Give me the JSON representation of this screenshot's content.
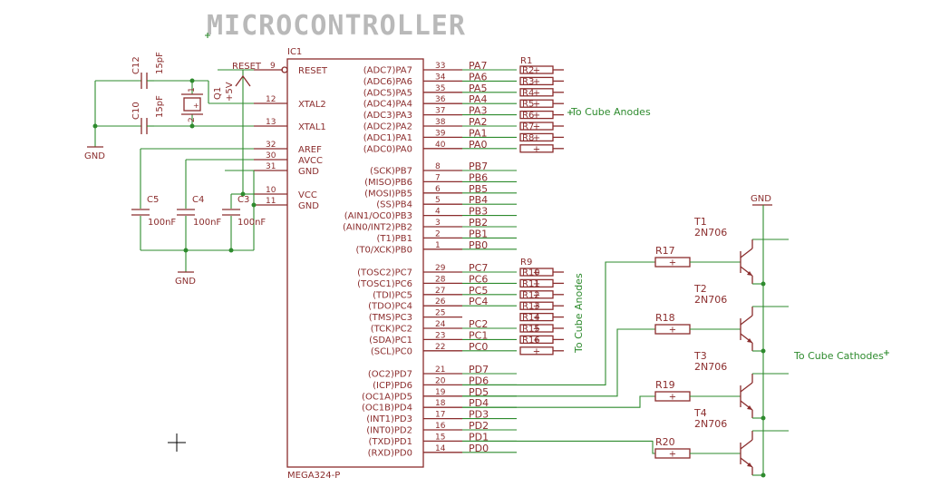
{
  "title": "MICROCONTROLLER",
  "ic": {
    "ref": "IC1",
    "part": "MEGA324-P",
    "left_pins": [
      {
        "name": "RESET",
        "num": "9"
      },
      {
        "name": "XTAL2",
        "num": "12"
      },
      {
        "name": "XTAL1",
        "num": "13"
      },
      {
        "name": "AREF",
        "num": "32"
      },
      {
        "name": "AVCC",
        "num": "30"
      },
      {
        "name": "GND",
        "num": "31"
      },
      {
        "name": "VCC",
        "num": "10"
      },
      {
        "name": "GND",
        "num": "11"
      }
    ],
    "port_a": [
      {
        "name": "(ADC7)PA7",
        "num": "33",
        "net": "PA7"
      },
      {
        "name": "(ADC6)PA6",
        "num": "34",
        "net": "PA6"
      },
      {
        "name": "(ADC5)PA5",
        "num": "35",
        "net": "PA5"
      },
      {
        "name": "(ADC4)PA4",
        "num": "36",
        "net": "PA4"
      },
      {
        "name": "(ADC3)PA3",
        "num": "37",
        "net": "PA3"
      },
      {
        "name": "(ADC2)PA2",
        "num": "38",
        "net": "PA2"
      },
      {
        "name": "(ADC1)PA1",
        "num": "39",
        "net": "PA1"
      },
      {
        "name": "(ADC0)PA0",
        "num": "40",
        "net": "PA0"
      }
    ],
    "port_b": [
      {
        "name": "(SCK)PB7",
        "num": "8",
        "net": "PB7"
      },
      {
        "name": "(MISO)PB6",
        "num": "7",
        "net": "PB6"
      },
      {
        "name": "(MOSI)PB5",
        "num": "6",
        "net": "PB5"
      },
      {
        "name": "(SS)PB4",
        "num": "5",
        "net": "PB4"
      },
      {
        "name": "(AIN1/OC0)PB3",
        "num": "4",
        "net": "PB3"
      },
      {
        "name": "(AIN0/INT2)PB2",
        "num": "3",
        "net": "PB2"
      },
      {
        "name": "(T1)PB1",
        "num": "2",
        "net": "PB1"
      },
      {
        "name": "(T0/XCK)PB0",
        "num": "1",
        "net": "PB0"
      }
    ],
    "port_c": [
      {
        "name": "(TOSC2)PC7",
        "num": "29",
        "net": "PC7"
      },
      {
        "name": "(TOSC1)PC6",
        "num": "28",
        "net": "PC6"
      },
      {
        "name": "(TDI)PC5",
        "num": "27",
        "net": "PC5"
      },
      {
        "name": "(TDO)PC4",
        "num": "26",
        "net": "PC4"
      },
      {
        "name": "(TMS)PC3",
        "num": "25",
        "net": ""
      },
      {
        "name": "(TCK)PC2",
        "num": "24",
        "net": "PC2"
      },
      {
        "name": "(SDA)PC1",
        "num": "23",
        "net": "PC1"
      },
      {
        "name": "(SCL)PC0",
        "num": "22",
        "net": "PC0"
      }
    ],
    "port_d": [
      {
        "name": "(OC2)PD7",
        "num": "21",
        "net": "PD7"
      },
      {
        "name": "(ICP)PD6",
        "num": "20",
        "net": "PD6"
      },
      {
        "name": "(OC1A)PD5",
        "num": "19",
        "net": "PD5"
      },
      {
        "name": "(OC1B)PD4",
        "num": "18",
        "net": "PD4"
      },
      {
        "name": "(INT1)PD3",
        "num": "17",
        "net": "PD3"
      },
      {
        "name": "(INT0)PD2",
        "num": "16",
        "net": "PD2"
      },
      {
        "name": "(TXD)PD1",
        "num": "15",
        "net": "PD1"
      },
      {
        "name": "(RXD)PD0",
        "num": "14",
        "net": "PD0"
      }
    ]
  },
  "resistor_array_a": {
    "ref": "R1",
    "labels": [
      "R2",
      "R3",
      "R4",
      "R5",
      "R6",
      "R7",
      "R8",
      ""
    ]
  },
  "resistor_array_c": {
    "ref": "R9",
    "labels": [
      "R10",
      "R11",
      "R12",
      "R13",
      "R14",
      "R15",
      "R16",
      ""
    ]
  },
  "caps": [
    {
      "ref": "C12",
      "value": "15pF"
    },
    {
      "ref": "C10",
      "value": "15pF"
    },
    {
      "ref": "C5",
      "value": "100nF"
    },
    {
      "ref": "C4",
      "value": "100nF"
    },
    {
      "ref": "C3",
      "value": "100nF"
    }
  ],
  "crystal": {
    "ref": "Q1",
    "pin1": "1",
    "pin2": "2"
  },
  "supply": {
    "vcc": "+5V",
    "reset_net": "RESET"
  },
  "grounds": [
    "GND",
    "GND",
    "GND"
  ],
  "transistors": [
    {
      "ref": "T1",
      "part": "2N706",
      "resistor": "R17"
    },
    {
      "ref": "T2",
      "part": "2N706",
      "resistor": "R18"
    },
    {
      "ref": "T3",
      "part": "2N706",
      "resistor": "R19"
    },
    {
      "ref": "T4",
      "part": "2N706",
      "resistor": "R20"
    }
  ],
  "annotations": {
    "anodes_a": "To Cube Anodes",
    "anodes_c": "To Cube Anodes",
    "cathodes": "To Cube Cathodes"
  },
  "colors": {
    "wire": "#2e8b2e",
    "symbol": "#8b2d2d",
    "title": "#b9b9b9"
  }
}
